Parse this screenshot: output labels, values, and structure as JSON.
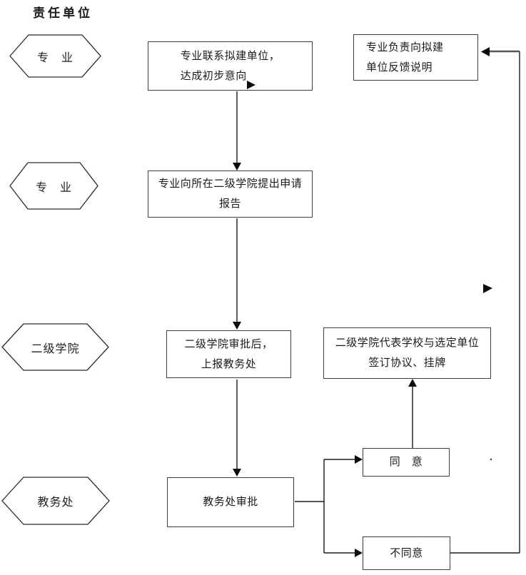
{
  "header": {
    "title": "责任单位"
  },
  "lanes": [
    {
      "id": "lane-major-1",
      "label": "专　业"
    },
    {
      "id": "lane-major-2",
      "label": "专　业"
    },
    {
      "id": "lane-college",
      "label": "二级学院"
    },
    {
      "id": "lane-office",
      "label": "教务处"
    }
  ],
  "nodes": {
    "contact": {
      "lines": [
        "专业联系拟建单位，",
        "达成初步意向"
      ]
    },
    "apply": {
      "lines": [
        "专业向所在二级学院提出申请",
        "报告"
      ]
    },
    "college_review": {
      "lines": [
        "二级学院审批后，",
        "上报教务处"
      ]
    },
    "office_review": {
      "lines": [
        "教务处审批"
      ]
    },
    "feedback": {
      "lines": [
        "专业负责向拟建",
        "单位反馈说明"
      ]
    },
    "sign": {
      "lines": [
        "二级学院代表学校与选定单位",
        "签订协议、挂牌"
      ]
    },
    "agree": {
      "lines": [
        "同　意"
      ]
    },
    "disagree": {
      "lines": [
        "不同意"
      ]
    }
  },
  "colors": {
    "background": "#ffffff",
    "box_border": "#3d3d3d",
    "connector": "#1a1a1a",
    "text": "#1a1a1a"
  }
}
